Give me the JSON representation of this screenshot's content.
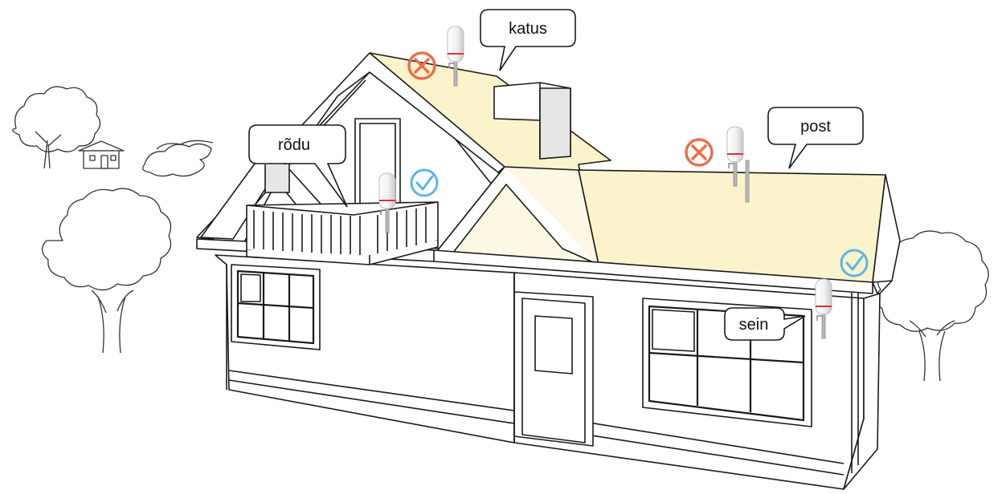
{
  "labels": {
    "katus": "katus",
    "post": "post",
    "rodu": "rõdu",
    "sein": "sein"
  },
  "placements": [
    {
      "label": "katus",
      "status": "not-recommended",
      "icon": "x-circle-icon"
    },
    {
      "label": "post",
      "status": "not-recommended",
      "icon": "x-circle-icon"
    },
    {
      "label": "rõdu",
      "status": "recommended",
      "icon": "check-circle-icon"
    },
    {
      "label": "sein",
      "status": "recommended",
      "icon": "check-circle-icon"
    }
  ],
  "colors": {
    "roof": "#fbf3cc",
    "roof_light": "#fdf8e4",
    "outline": "#1a1a1a",
    "bad": "#e8704a",
    "good": "#5bb5e6",
    "antenna_red": "#e0303a"
  }
}
